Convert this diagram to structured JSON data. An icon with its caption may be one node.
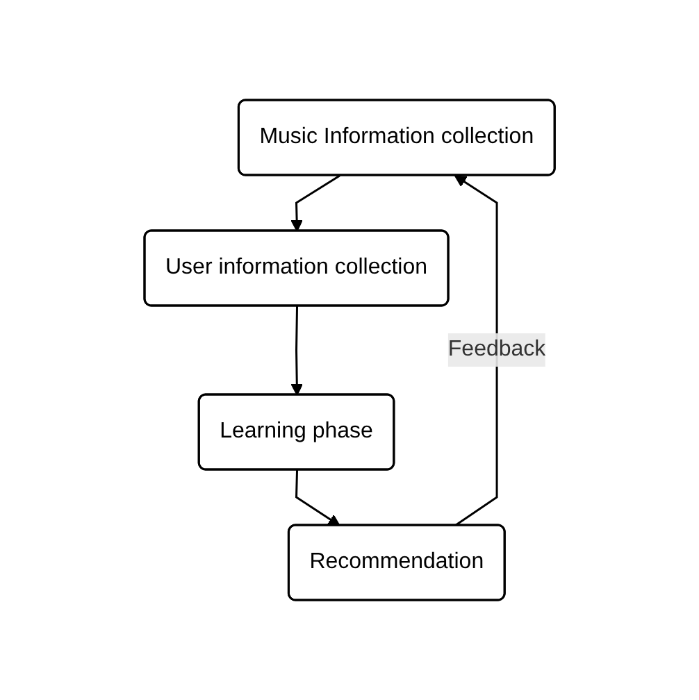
{
  "diagram": {
    "nodes": [
      {
        "text": [
          "Music Information collection"
        ]
      },
      {
        "text": [
          "User information collection"
        ]
      },
      {
        "text": [
          "Learning phase"
        ]
      },
      {
        "text": [
          "Recommendation"
        ]
      }
    ],
    "edges": [
      {
        "from": 0,
        "to": 1,
        "arrow": "to"
      },
      {
        "from": 1,
        "to": 2,
        "arrow": "to"
      },
      {
        "from": 2,
        "to": 3,
        "arrow": "to"
      },
      {
        "from": 3,
        "to": 0,
        "arrow": "to",
        "label": "Feedback"
      }
    ]
  }
}
